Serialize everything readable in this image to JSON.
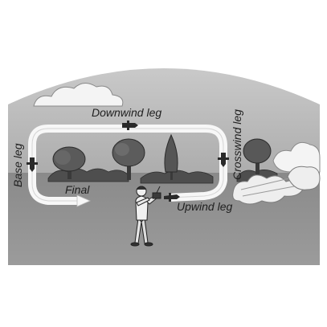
{
  "labels": {
    "downwind": "Downwind leg",
    "crosswind": "Crosswind leg",
    "base": "Base leg",
    "final": "Final",
    "upwind": "Upwind leg"
  }
}
